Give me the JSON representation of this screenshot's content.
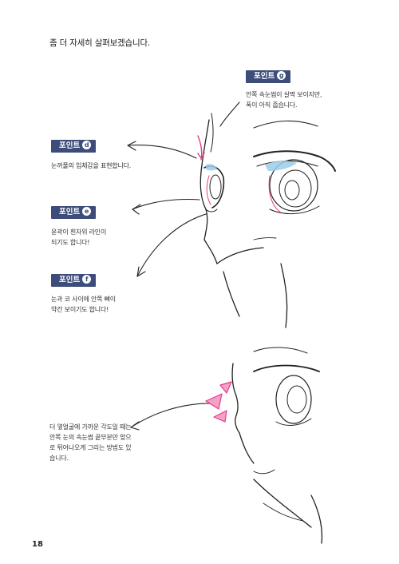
{
  "intro": "좀 더 자세히 살펴보겠습니다.",
  "points": {
    "g": {
      "label": "포인트",
      "letter": "g",
      "lines": [
        "안쪽 속눈썹이 살짝 보이지만,",
        "폭이 아직 좁습니다."
      ]
    },
    "d": {
      "label": "포인트",
      "letter": "d",
      "lines": [
        "눈꺼풀의 입체감을 표현합니다."
      ]
    },
    "e": {
      "label": "포인트",
      "letter": "e",
      "lines": [
        "윤곽이 흰자위 라인이",
        "되기도 합니다!"
      ]
    },
    "f": {
      "label": "포인트",
      "letter": "f",
      "lines": [
        "눈과 코 사이에 안쪽 뼈이",
        "약간 보이기도 합니다!"
      ]
    }
  },
  "bottom_note": [
    "더 옆얼굴에 가까운 각도일 때는",
    "안쪽 눈의 속눈썹 끝부분만 앞으",
    "로 튀어나오게 그리는 방법도 있",
    "습니다."
  ],
  "page_number": "18",
  "colors": {
    "badge": "#3d4c78",
    "accent": "#e8398a",
    "eye_blue": "#9ccde8",
    "line": "#222222"
  }
}
